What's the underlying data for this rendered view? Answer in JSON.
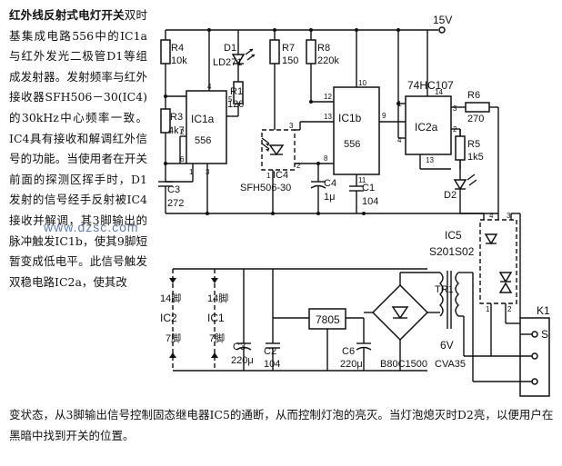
{
  "article": {
    "title": "红外线反射式电灯开关",
    "intro": "双时基集成电路556中的IC1a与红外发光二极管D1等组成发射器。发射频率与红外接收器SFH506－30(IC4)的30kHz中心频率一致。IC4具有接收和解调红外信号的功能。当使用者在开关前面的探测区挥手时，D1发射的信号经手反射被IC4接收并解调，其3脚输出的脉冲触发IC1b，使其9脚短暂变成低电平。此信号触发双稳电路IC2a，使其改",
    "continuation": "变状态，从3脚输出信号控制固态继电器IC5的通断，从而控制灯泡的亮灭。当灯泡熄灭时D2亮，以便用户在黑暗中找到开关的位置。"
  },
  "watermark": "www.dzsc.com",
  "schematic": {
    "supply": "15V",
    "components": {
      "R1": {
        "ref": "R1",
        "value": "120"
      },
      "R3": {
        "ref": "R3",
        "value": "4k7"
      },
      "R4": {
        "ref": "R4",
        "value": "10k"
      },
      "R5": {
        "ref": "R5",
        "value": "1k5"
      },
      "R6": {
        "ref": "R6",
        "value": "270"
      },
      "R7": {
        "ref": "R7",
        "value": "150"
      },
      "R8": {
        "ref": "R8",
        "value": "220k"
      },
      "D1": {
        "ref": "D1",
        "value": "LD271"
      },
      "D2": {
        "ref": "D2"
      },
      "C1": {
        "ref": "C1",
        "value": "104"
      },
      "C2": {
        "ref": "C2",
        "value": "104"
      },
      "C3a": {
        "ref": "C3",
        "value": "272"
      },
      "C3b": {
        "ref": "C3",
        "value": "220μ"
      },
      "C4": {
        "ref": "C4",
        "value": "1μ"
      },
      "C6": {
        "ref": "C6",
        "value": "220μ"
      },
      "IC1a": {
        "ref": "IC1a",
        "value": "556"
      },
      "IC1b": {
        "ref": "IC1b",
        "value": "556"
      },
      "IC2a": {
        "ref": "IC2a",
        "family": "74HC107"
      },
      "IC4": {
        "ref": "IC4",
        "value": "SFH506-30"
      },
      "IC5": {
        "ref": "IC5",
        "value": "S201S02"
      },
      "REG": {
        "value": "7805"
      },
      "BR": {
        "value": "B80C1500"
      },
      "TR1": {
        "ref": "TR1",
        "value": "6V",
        "model": "CVA35"
      },
      "K1": {
        "ref": "K1"
      }
    },
    "power_labels": {
      "ic2": "IC2",
      "ic1": "IC1",
      "pin14a": "14脚",
      "pin14b": "14脚",
      "pin7a": "7脚",
      "pin7b": "7脚"
    },
    "terminals": {
      "s": "S"
    },
    "pins": {
      "p1": "1",
      "p2": "2",
      "p3": "3",
      "p4": "4",
      "p5": "5",
      "p6": "6",
      "p8": "8",
      "p9": "9",
      "p10": "10",
      "p11": "11",
      "p12": "12",
      "p13": "13",
      "p14": "14"
    }
  }
}
